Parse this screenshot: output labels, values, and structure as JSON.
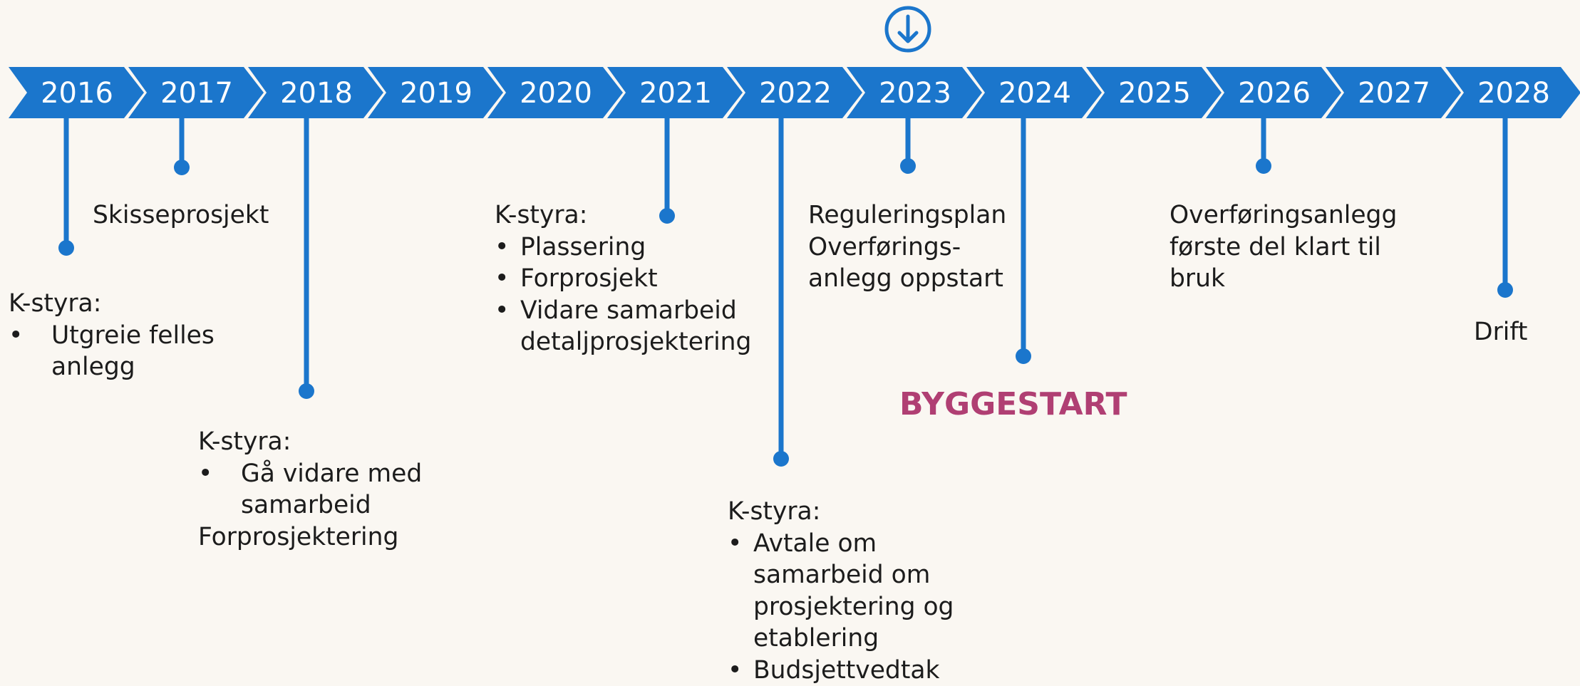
{
  "colors": {
    "accent": "#1b76cc",
    "emphasis": "#b03f73",
    "background": "#faf7f2"
  },
  "marker": {
    "icon": "arrow-down-circle-icon"
  },
  "years": [
    "2016",
    "2017",
    "2018",
    "2019",
    "2020",
    "2021",
    "2022",
    "2023",
    "2024",
    "2025",
    "2026",
    "2027",
    "2028"
  ],
  "milestones": {
    "m2016": {
      "title": "K-styra:",
      "bullets": [
        "Utgreie felles anlegg"
      ]
    },
    "m2017": {
      "text": "Skisseprosjekt"
    },
    "m2018": {
      "title": "K-styra:",
      "bullets": [
        "Gå vidare med samarbeid"
      ],
      "tail": "Forprosjektering"
    },
    "m2021": {
      "title": "K-styra:",
      "bullets": [
        "Plassering",
        "Forprosjekt",
        "Vidare samarbeid detaljprosjektering"
      ]
    },
    "m2022": {
      "title": "K-styra:",
      "bullets": [
        "Avtale om samarbeid om prosjektering og etablering",
        "Budsjettvedtak"
      ]
    },
    "m2023": {
      "lines": [
        "Reguleringsplan",
        "Overførings-",
        "anlegg oppstart"
      ]
    },
    "m2024": {
      "text": "BYGGESTART"
    },
    "m2026": {
      "lines": [
        "Overføringsanlegg",
        "første del klart til",
        "bruk"
      ]
    },
    "m2028": {
      "text": "Drift"
    }
  }
}
